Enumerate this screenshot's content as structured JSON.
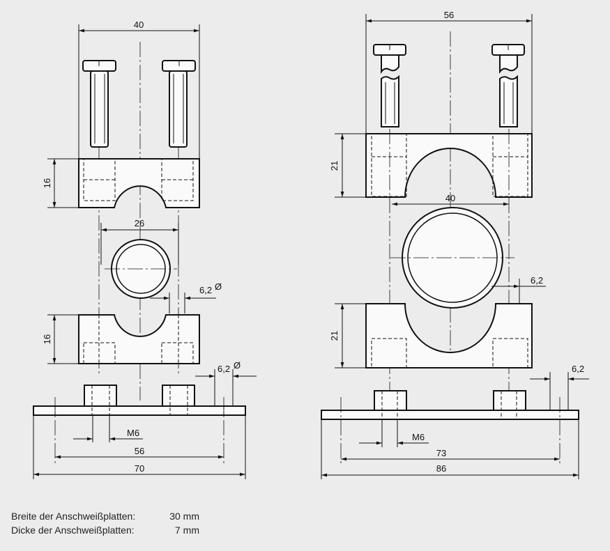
{
  "left_view": {
    "dims": {
      "width_top": "40",
      "height_upper": "16",
      "bore": "26",
      "hole_upper": "6,2",
      "height_lower": "16",
      "hole_plate": "6,2",
      "thread": "M6",
      "hole_spacing": "56",
      "plate_length": "70"
    }
  },
  "right_view": {
    "dims": {
      "width_top": "56",
      "height_upper": "21",
      "bore": "40",
      "hole_upper": "6,2",
      "height_lower": "21",
      "hole_plate": "6,2",
      "thread": "M6",
      "hole_spacing": "73",
      "plate_length": "86"
    }
  },
  "diameter_symbol": "Ø",
  "notes": [
    {
      "label": "Breite der Anschweißplatten:",
      "value": "30 mm"
    },
    {
      "label": "Dicke der Anschweißplatten:",
      "value": "7 mm"
    }
  ]
}
